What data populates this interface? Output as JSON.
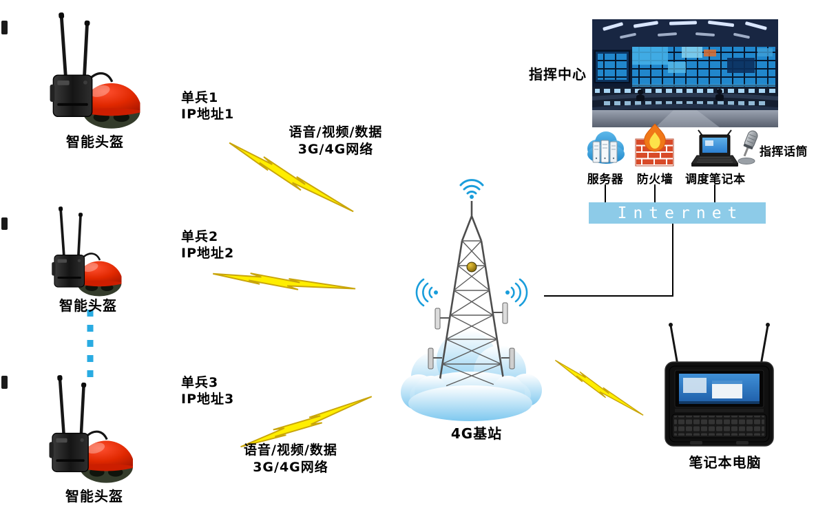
{
  "helmets": [
    {
      "name": "智能头盔",
      "unit": "单兵1",
      "ip": "IP地址1"
    },
    {
      "name": "智能头盔",
      "unit": "单兵2",
      "ip": "IP地址2"
    },
    {
      "name": "智能头盔",
      "unit": "单兵3",
      "ip": "IP地址3"
    }
  ],
  "wireless_notes": [
    {
      "line1": "语音/视频/数据",
      "line2": "3G/4G网络"
    },
    {
      "line1": "语音/视频/数据",
      "line2": "3G/4G网络"
    }
  ],
  "base_station": {
    "label": "4G基站"
  },
  "command_center": {
    "label": "指挥中心",
    "devices": [
      {
        "icon": "server-cloud-icon",
        "label": "服务器"
      },
      {
        "icon": "firewall-icon",
        "label": "防火墙"
      },
      {
        "icon": "dispatch-laptop-icon",
        "label": "调度笔记本"
      },
      {
        "icon": "microphone-icon",
        "label": "指挥话筒"
      }
    ]
  },
  "internet": {
    "label": "Internet"
  },
  "field_laptop": {
    "label": "笔记本电脑"
  },
  "colors": {
    "lightning_fill": "#FFEE00",
    "lightning_outline": "#C9A50A",
    "internet_bar": "#8DCBE8",
    "dashed_link": "#29ABE2",
    "helmet_red": "#E02800",
    "cloud_blue": "#8ECFF2",
    "wifi_blue": "#199DDB"
  }
}
